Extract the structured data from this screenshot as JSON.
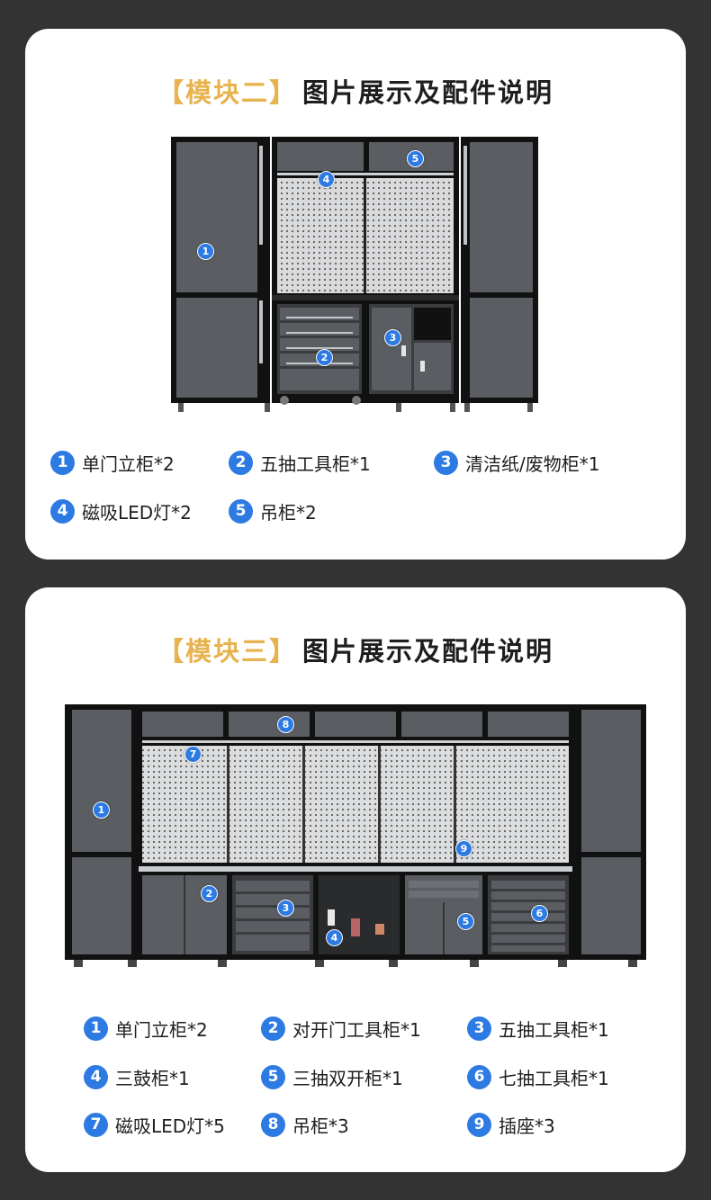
{
  "module2": {
    "title_bracket": "【模块二】",
    "title_main": "图片展示及配件说明",
    "badges": [
      "1",
      "2",
      "3",
      "4",
      "5"
    ],
    "legend": [
      {
        "num": "1",
        "label": "单门立柜*2"
      },
      {
        "num": "2",
        "label": "五抽工具柜*1"
      },
      {
        "num": "3",
        "label": "清洁纸/废物柜*1"
      },
      {
        "num": "4",
        "label": "磁吸LED灯*2"
      },
      {
        "num": "5",
        "label": "吊柜*2"
      }
    ]
  },
  "module3": {
    "title_bracket": "【模块三】",
    "title_main": "图片展示及配件说明",
    "badges": [
      "1",
      "2",
      "3",
      "4",
      "5",
      "6",
      "7",
      "8",
      "9"
    ],
    "legend": [
      {
        "num": "1",
        "label": "单门立柜*2"
      },
      {
        "num": "2",
        "label": "对开门工具柜*1"
      },
      {
        "num": "3",
        "label": "五抽工具柜*1"
      },
      {
        "num": "4",
        "label": "三鼓柜*1"
      },
      {
        "num": "5",
        "label": "三抽双开柜*1"
      },
      {
        "num": "6",
        "label": "七抽工具柜*1"
      },
      {
        "num": "7",
        "label": "磁吸LED灯*5"
      },
      {
        "num": "8",
        "label": "吊柜*3"
      },
      {
        "num": "9",
        "label": "插座*3"
      }
    ]
  },
  "colors": {
    "accent": "#E7B34E",
    "badge_blue": "#2D7AE3",
    "cabinet_body": "#5a5d62",
    "cabinet_frame": "#111111",
    "background": "#333333"
  }
}
